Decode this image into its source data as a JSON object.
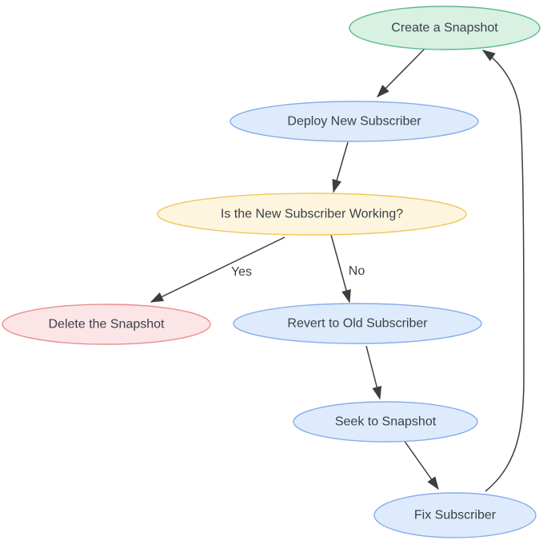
{
  "diagram": {
    "type": "flowchart",
    "colors": {
      "background": "#ffffff",
      "text": "#3a4149",
      "arrow": "#3d3d3d",
      "green_fill": "#d8f1e3",
      "green_stroke": "#5abb8b",
      "blue_fill": "#deebfc",
      "blue_stroke": "#86aded",
      "yellow_fill": "#fdf5dd",
      "yellow_stroke": "#f0c75c",
      "red_fill": "#fce5e7",
      "red_stroke": "#eb8d8d"
    },
    "nodes": [
      {
        "id": "create-snapshot",
        "label": "Create a Snapshot",
        "fill": "#d8f1e3",
        "stroke": "#5abb8b"
      },
      {
        "id": "deploy-new-subscriber",
        "label": "Deploy New Subscriber",
        "fill": "#deebfc",
        "stroke": "#86aded"
      },
      {
        "id": "is-subscriber-working",
        "label": "Is the New Subscriber Working?",
        "fill": "#fdf5dd",
        "stroke": "#f0c75c"
      },
      {
        "id": "delete-snapshot",
        "label": "Delete the Snapshot",
        "fill": "#fce5e7",
        "stroke": "#eb8d8d"
      },
      {
        "id": "revert-old-subscriber",
        "label": "Revert to Old Subscriber",
        "fill": "#deebfc",
        "stroke": "#86aded"
      },
      {
        "id": "seek-to-snapshot",
        "label": "Seek to Snapshot",
        "fill": "#deebfc",
        "stroke": "#86aded"
      },
      {
        "id": "fix-subscriber",
        "label": "Fix Subscriber",
        "fill": "#deebfc",
        "stroke": "#86aded"
      }
    ],
    "edges": [
      {
        "from": "Create a Snapshot",
        "to": "Deploy New Subscriber",
        "label": ""
      },
      {
        "from": "Deploy New Subscriber",
        "to": "Is the New Subscriber Working?",
        "label": ""
      },
      {
        "from": "Is the New Subscriber Working?",
        "to": "Delete the Snapshot",
        "label": "Yes"
      },
      {
        "from": "Is the New Subscriber Working?",
        "to": "Revert to Old Subscriber",
        "label": "No"
      },
      {
        "from": "Revert to Old Subscriber",
        "to": "Seek to Snapshot",
        "label": ""
      },
      {
        "from": "Seek to Snapshot",
        "to": "Fix Subscriber",
        "label": ""
      },
      {
        "from": "Fix Subscriber",
        "to": "Create a Snapshot",
        "label": ""
      }
    ]
  }
}
